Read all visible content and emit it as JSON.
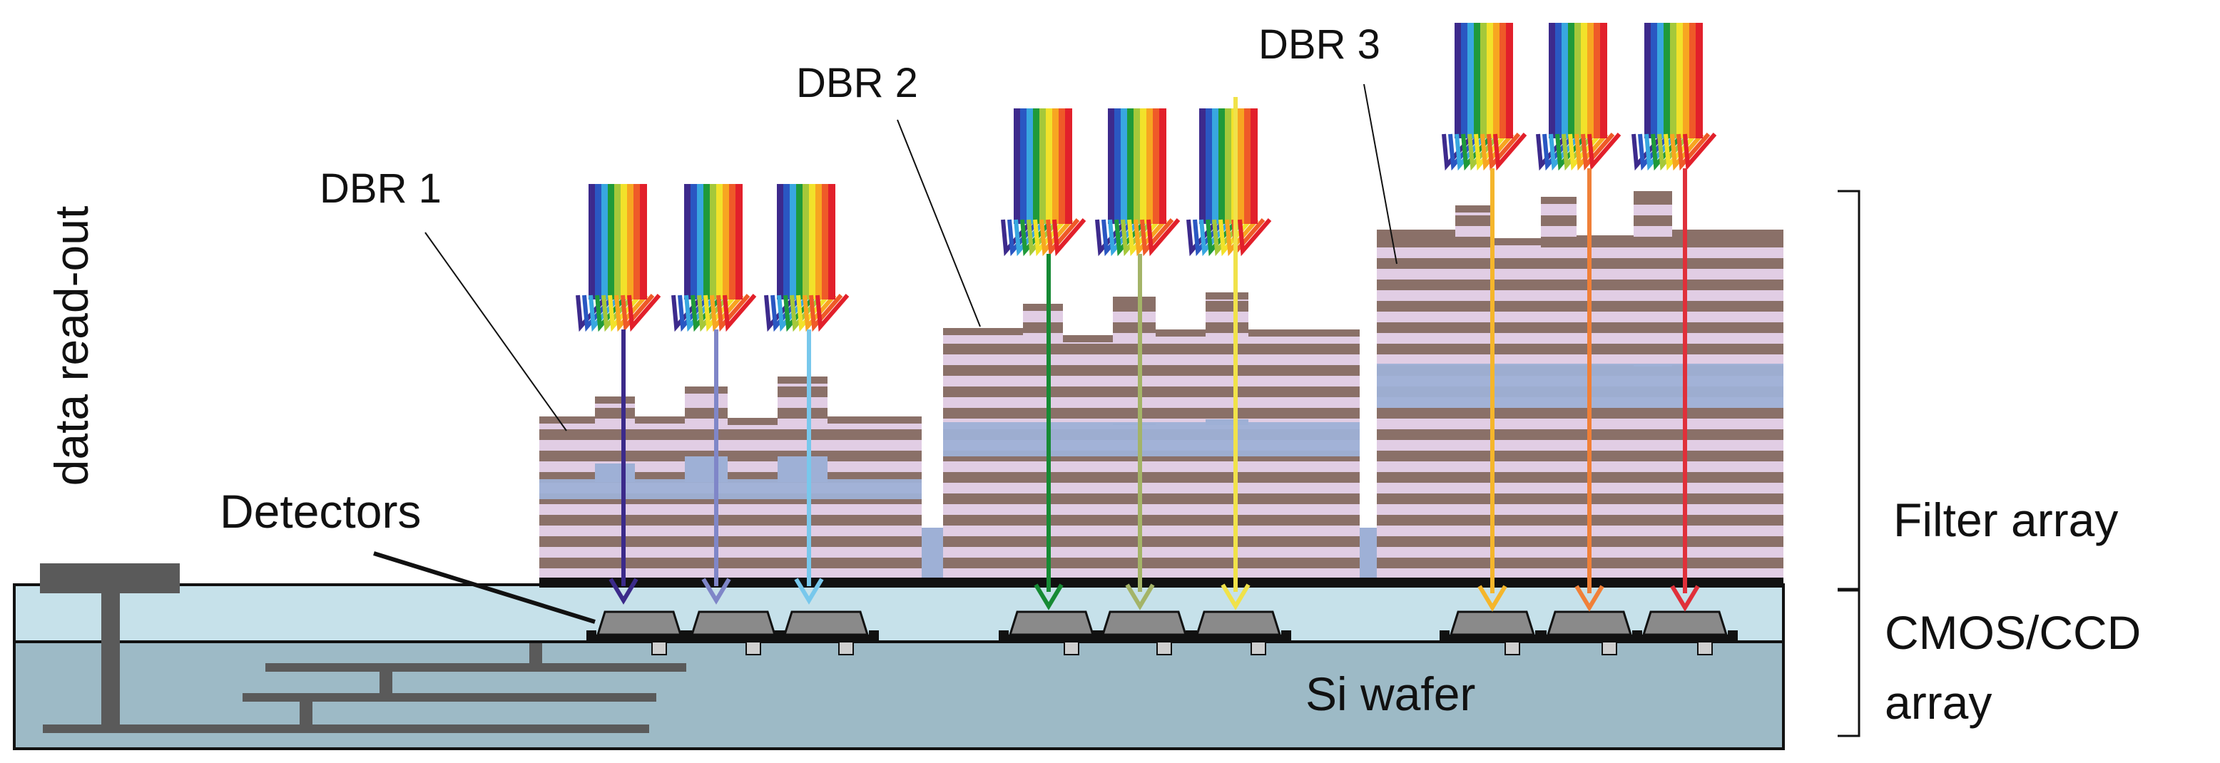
{
  "labels": {
    "dbr1": "DBR 1",
    "dbr2": "DBR 2",
    "dbr3": "DBR 3",
    "detectors": "Detectors",
    "data_readout": "data read-out",
    "filter_array": "Filter array",
    "cmos_line1": "CMOS/CCD",
    "cmos_line2": "array",
    "si_wafer": "Si wafer"
  },
  "colors": {
    "dbr_dark": "#8a7068",
    "dbr_light": "#e1cde4",
    "cavity": "#9eb0d6",
    "glass": "#c6e1ea",
    "wafer": "#9dbac6",
    "metal": "#5a5a5a",
    "outline": "#111111"
  },
  "rainbow": [
    "#3d2a8c",
    "#2a57c2",
    "#38a7e0",
    "#1f9a3a",
    "#a5c83a",
    "#f2e22a",
    "#f7a621",
    "#ef5a28",
    "#e2202b"
  ],
  "output_arrow_colors": [
    "#3b2a8a",
    "#7f86c8",
    "#78c8ec",
    "#168a34",
    "#a4b468",
    "#f0e24a",
    "#f5b62c",
    "#f08038",
    "#e0303a"
  ]
}
